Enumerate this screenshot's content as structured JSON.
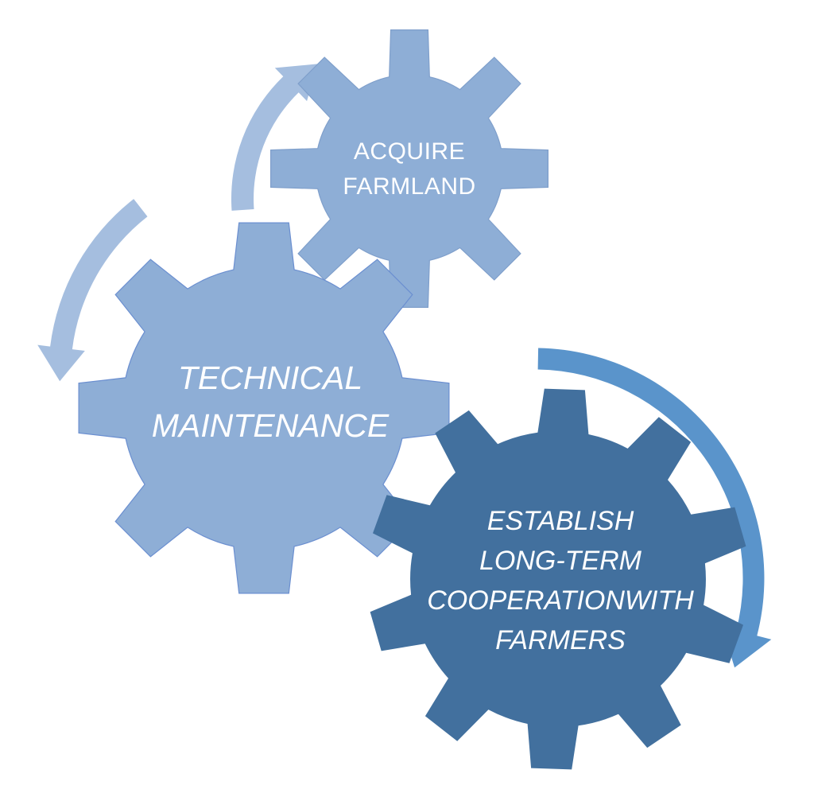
{
  "gears": [
    {
      "id": "acquire",
      "lines": [
        "ACQUIRE",
        "FARMLAND"
      ],
      "color": "#8eaed6"
    },
    {
      "id": "technical",
      "lines": [
        "TECHNICAL",
        "MAINTENANCE"
      ],
      "color": "#8eaed6"
    },
    {
      "id": "establish",
      "lines": [
        "ESTABLISH",
        "LONG-TERM",
        "COOPERATIONWITH",
        "FARMERS"
      ],
      "color": "#42709e"
    }
  ],
  "colors": {
    "light_gear": "#8eaed6",
    "dark_gear": "#42709e",
    "light_arrow": "#a5bedf",
    "blue_arrow": "#5a94cb",
    "background": "#ffffff"
  },
  "icons": [
    "gear-icon",
    "curved-arrow-icon"
  ]
}
